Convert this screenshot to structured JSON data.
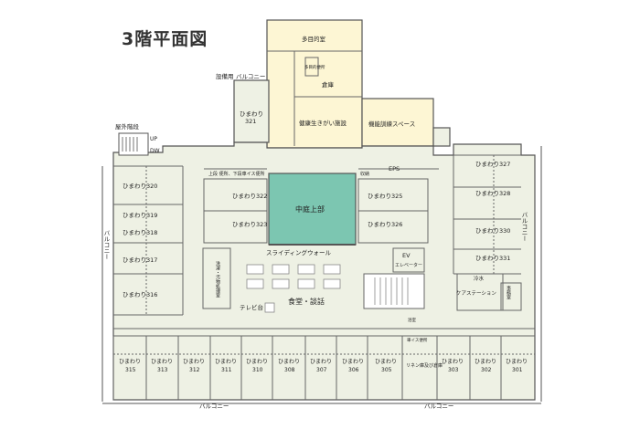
{
  "title": "3階平面図",
  "labels": {
    "multipurpose": "多目的室",
    "warehouse": "倉庫",
    "toilet_small": "多目的便所",
    "equipment": "設備用",
    "balcony": "バルコニー",
    "ikigai": "健康生きがい施設",
    "training": "機能訓練スペース",
    "outer_stairs": "屋外階段",
    "up": "UP",
    "dw": "DW",
    "eps": "EPS",
    "courtyard": "中庭上部",
    "toilet_row": "上段 便所、下段車イス便所",
    "storage": "収納",
    "sliding": "スライディングウォール",
    "ev": "EV",
    "elevator": "エレベーター",
    "dining": "食堂・談話",
    "tv": "テレビ台",
    "laundry": "洗濯・汚物処理室",
    "cold_water": "冷水",
    "care_station": "ケアステーション",
    "office": "事務室",
    "linen": "リネン庫及び倉庫",
    "wheelchair_toilet": "車イス便所",
    "bathroom": "浴室"
  },
  "rooms": {
    "r321": {
      "name": "ひまわり",
      "num": "321"
    },
    "r320": {
      "name": "ひまわり",
      "num": "320"
    },
    "r319": {
      "name": "ひまわり",
      "num": "319"
    },
    "r318": {
      "name": "ひまわり",
      "num": "318"
    },
    "r317": {
      "name": "ひまわり",
      "num": "317"
    },
    "r316": {
      "name": "ひまわり",
      "num": "316"
    },
    "r322": {
      "name": "ひまわり",
      "num": "322"
    },
    "r323": {
      "name": "ひまわり",
      "num": "323"
    },
    "r325": {
      "name": "ひまわり",
      "num": "325"
    },
    "r326": {
      "name": "ひまわり",
      "num": "326"
    },
    "r327": {
      "name": "ひまわり",
      "num": "327"
    },
    "r328": {
      "name": "ひまわり",
      "num": "328"
    },
    "r330": {
      "name": "ひまわり",
      "num": "330"
    },
    "r331": {
      "name": "ひまわり",
      "num": "331"
    },
    "r315": {
      "name": "ひまわり",
      "num": "315"
    },
    "r313": {
      "name": "ひまわり",
      "num": "313"
    },
    "r312": {
      "name": "ひまわり",
      "num": "312"
    },
    "r311": {
      "name": "ひまわり",
      "num": "311"
    },
    "r310": {
      "name": "ひまわり",
      "num": "310"
    },
    "r308": {
      "name": "ひまわり",
      "num": "308"
    },
    "r307": {
      "name": "ひまわり",
      "num": "307"
    },
    "r306": {
      "name": "ひまわり",
      "num": "306"
    },
    "r305": {
      "name": "ひまわり",
      "num": "305"
    },
    "r303": {
      "name": "ひまわり",
      "num": "303"
    },
    "r302": {
      "name": "ひまわり",
      "num": "302"
    },
    "r301": {
      "name": "ひまわり",
      "num": "301"
    }
  },
  "colors": {
    "floor": "#eef1e4",
    "wall": "#555555",
    "courtyard": "#7cc6b1",
    "yellow_area": "#fdf6d4",
    "stairs": "#ffffff"
  }
}
